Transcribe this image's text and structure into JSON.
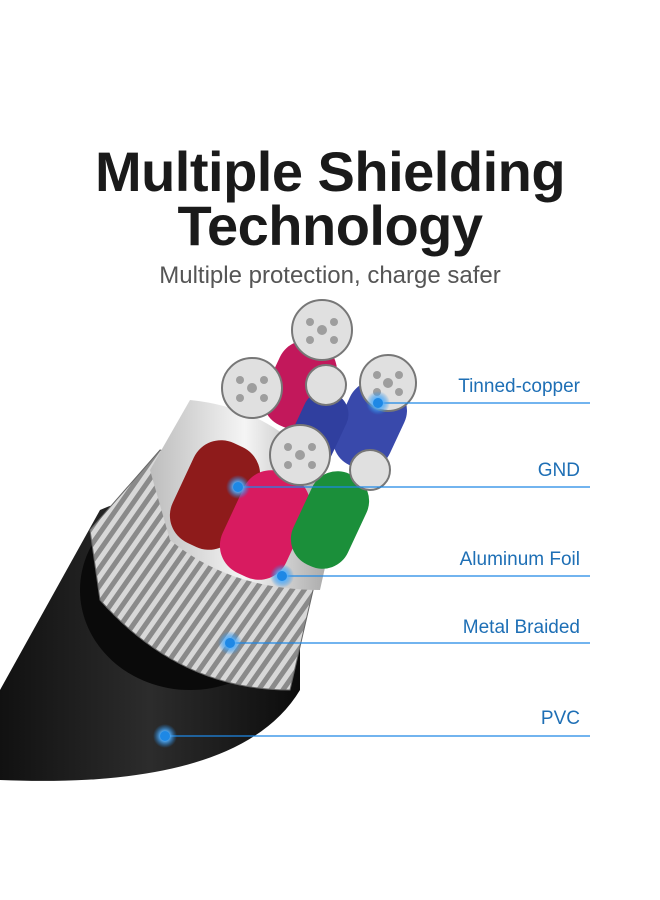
{
  "headline": {
    "line1": "Multiple Shielding",
    "line2": "Technology"
  },
  "subheadline": "Multiple protection, charge safer",
  "callouts": [
    {
      "label": "Tinned-copper"
    },
    {
      "label": "GND"
    },
    {
      "label": "Aluminum Foil"
    },
    {
      "label": "Metal Braided"
    },
    {
      "label": "PVC"
    }
  ],
  "colors": {
    "accent": "#1e88e5",
    "label_text": "#1e6fb5",
    "headline_text": "#1a1a1a"
  }
}
